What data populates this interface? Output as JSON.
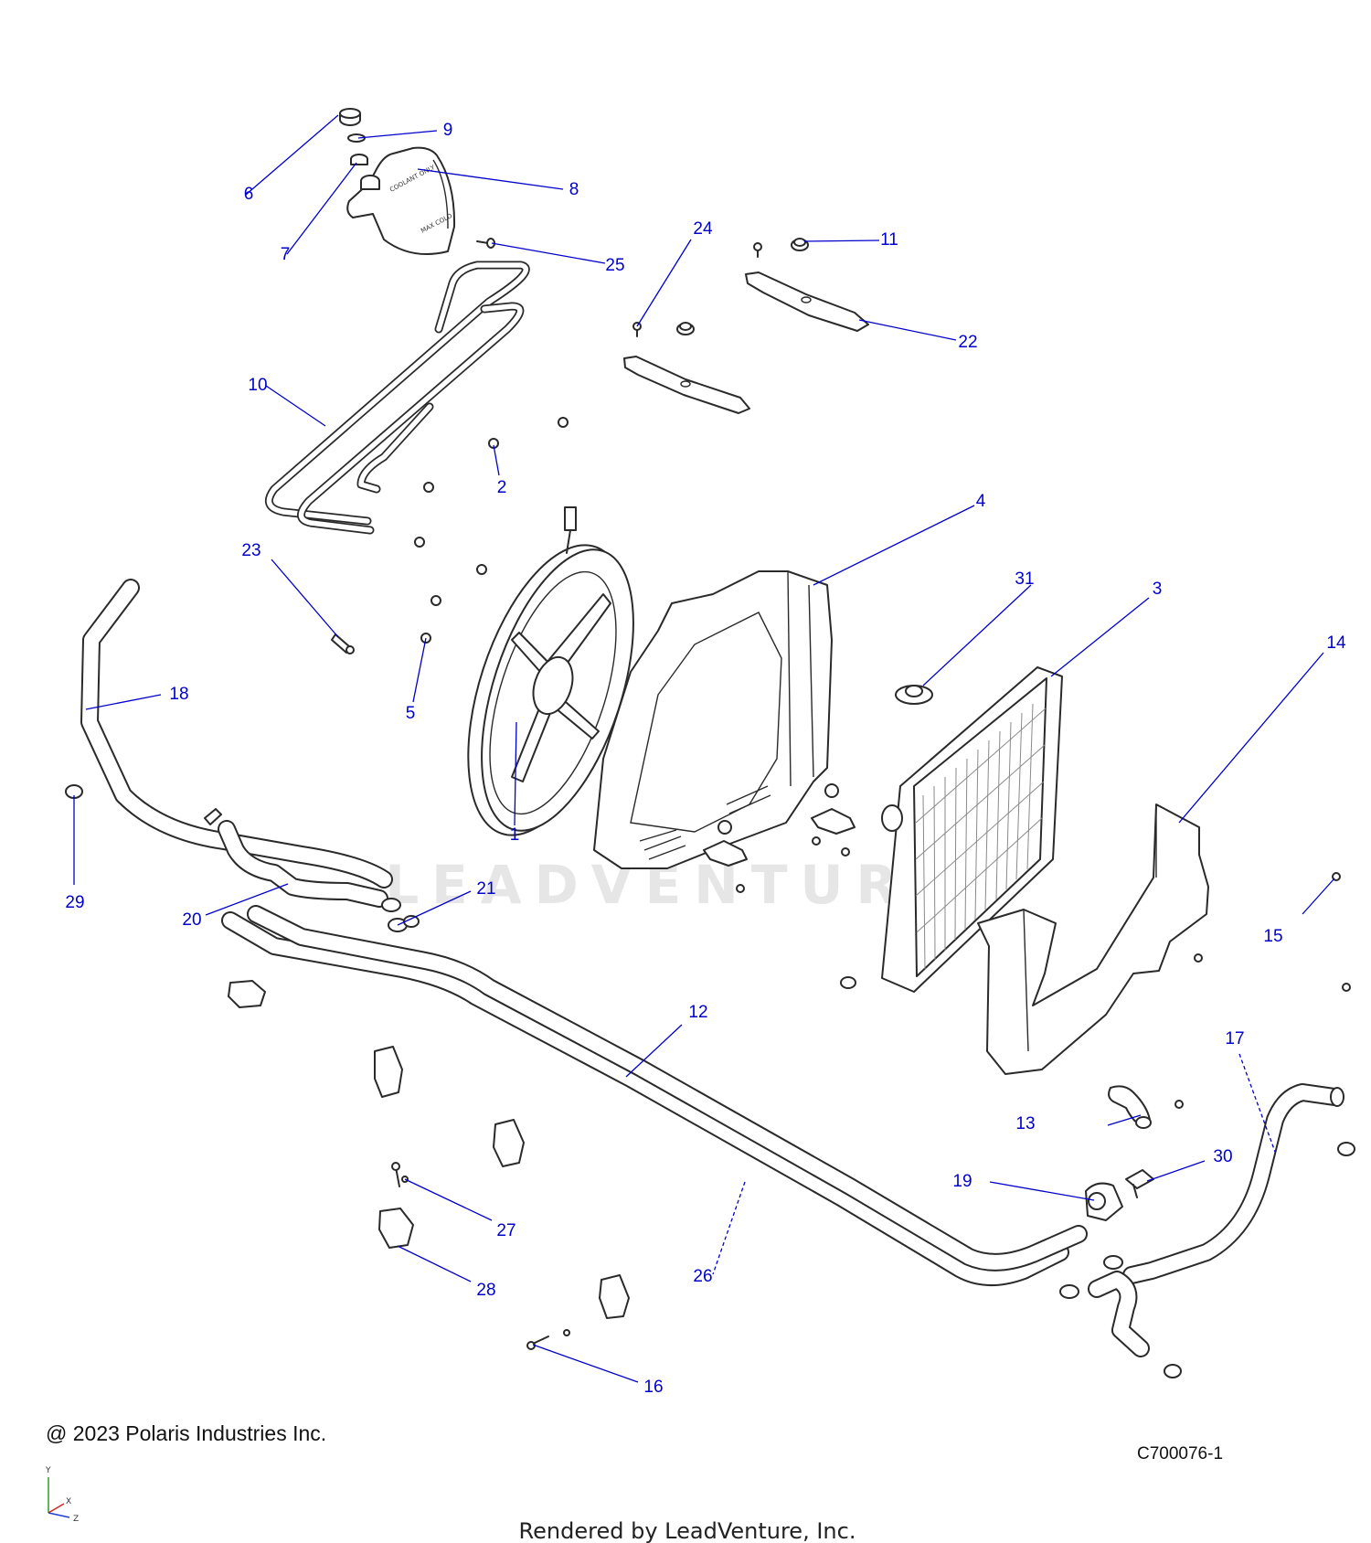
{
  "diagram": {
    "copyright": "@ 2023 Polaris Industries Inc.",
    "drawing_id": "C700076-1",
    "rendered_by": "Rendered by LeadVenture, Inc.",
    "watermark": "LEADVENTURE",
    "tank_text": {
      "line1": "COOLANT ONLY",
      "line2": "MAX COLD"
    },
    "axis": {
      "y": "Y",
      "x": "X",
      "z": "Z"
    },
    "callouts": [
      "1",
      "2",
      "3",
      "4",
      "5",
      "6",
      "7",
      "8",
      "9",
      "10",
      "11",
      "12",
      "13",
      "14",
      "15",
      "16",
      "17",
      "18",
      "19",
      "20",
      "21",
      "22",
      "23",
      "24",
      "25",
      "26",
      "27",
      "28",
      "29",
      "30",
      "31"
    ],
    "colors": {
      "callout": "#0000cc",
      "line_art": "#2a2a2a"
    }
  }
}
